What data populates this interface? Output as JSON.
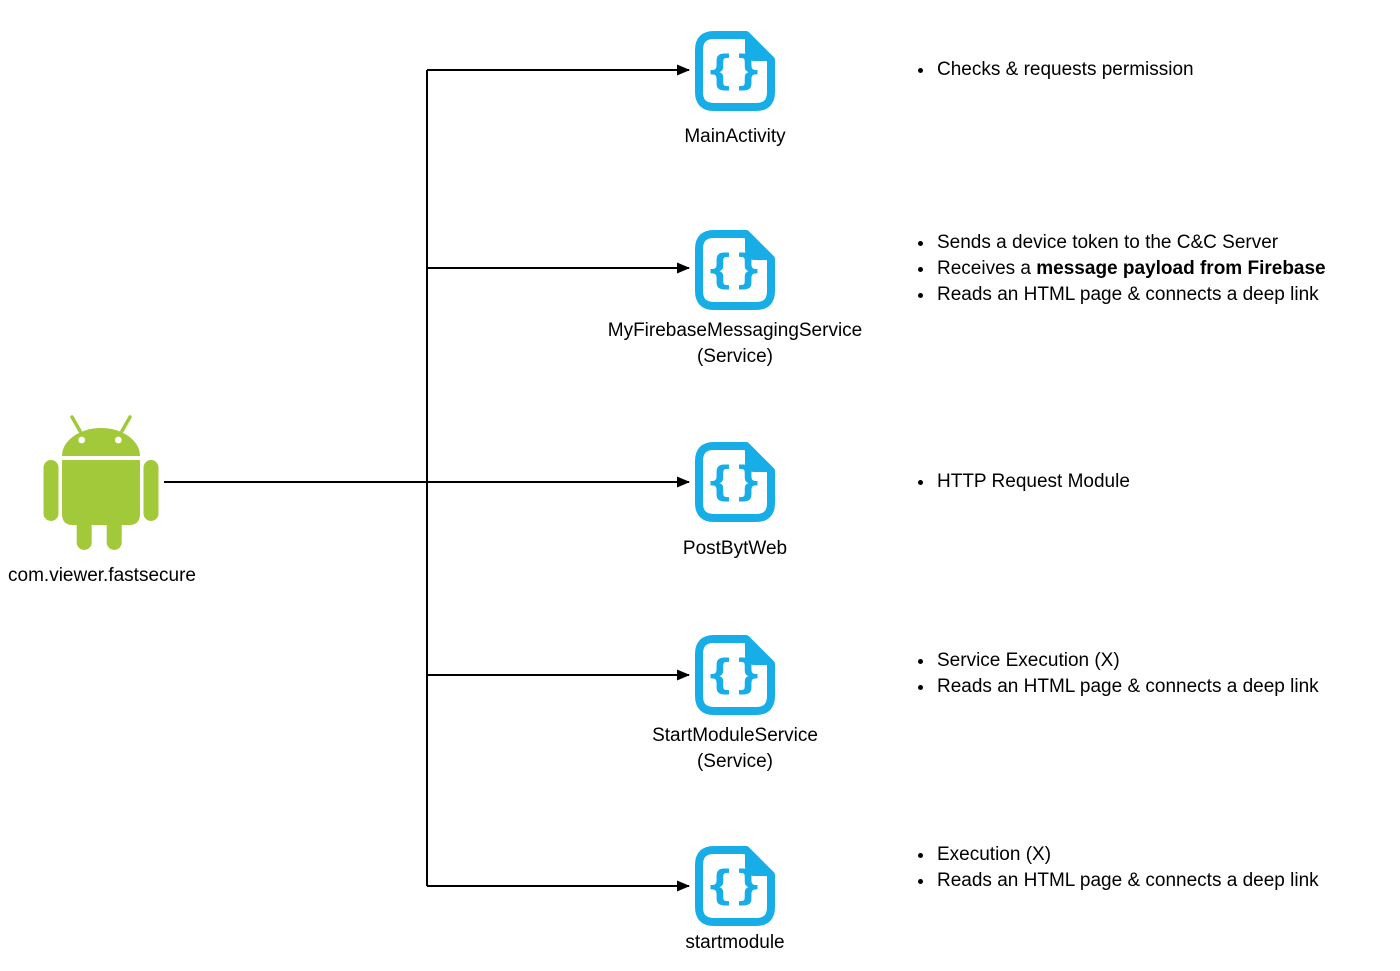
{
  "package": {
    "label": "com.viewer.fastsecure",
    "icon": "android-robot-icon"
  },
  "colors": {
    "android_green": "#A2C939",
    "icon_cyan": "#17AEE8",
    "line": "#000000",
    "text": "#000000",
    "background": "#FFFFFF"
  },
  "icon_glyph": "{}",
  "nodes": [
    {
      "label": "MainActivity",
      "sub": "",
      "icon": "json-file-icon",
      "bullets": [
        {
          "text": "Checks & requests permission"
        }
      ]
    },
    {
      "label": "MyFirebaseMessagingService",
      "sub": "(Service)",
      "icon": "json-file-icon",
      "bullets": [
        {
          "text": "Sends a device token to the C&C Server"
        },
        {
          "pre": "Receives a ",
          "bold": "message payload from Firebase"
        },
        {
          "text": "Reads an HTML page & connects a deep link"
        }
      ]
    },
    {
      "label": "PostBytWeb",
      "sub": "",
      "icon": "json-file-icon",
      "bullets": [
        {
          "text": "HTTP Request Module"
        }
      ]
    },
    {
      "label": "StartModuleService",
      "sub": "(Service)",
      "icon": "json-file-icon",
      "bullets": [
        {
          "text": "Service Execution (X)"
        },
        {
          "text": "Reads an HTML page & connects a deep link"
        }
      ]
    },
    {
      "label": "startmodule",
      "sub": "",
      "icon": "json-file-icon",
      "bullets": [
        {
          "text": "Execution (X)"
        },
        {
          "text": "Reads an HTML page & connects a deep link"
        }
      ]
    }
  ]
}
